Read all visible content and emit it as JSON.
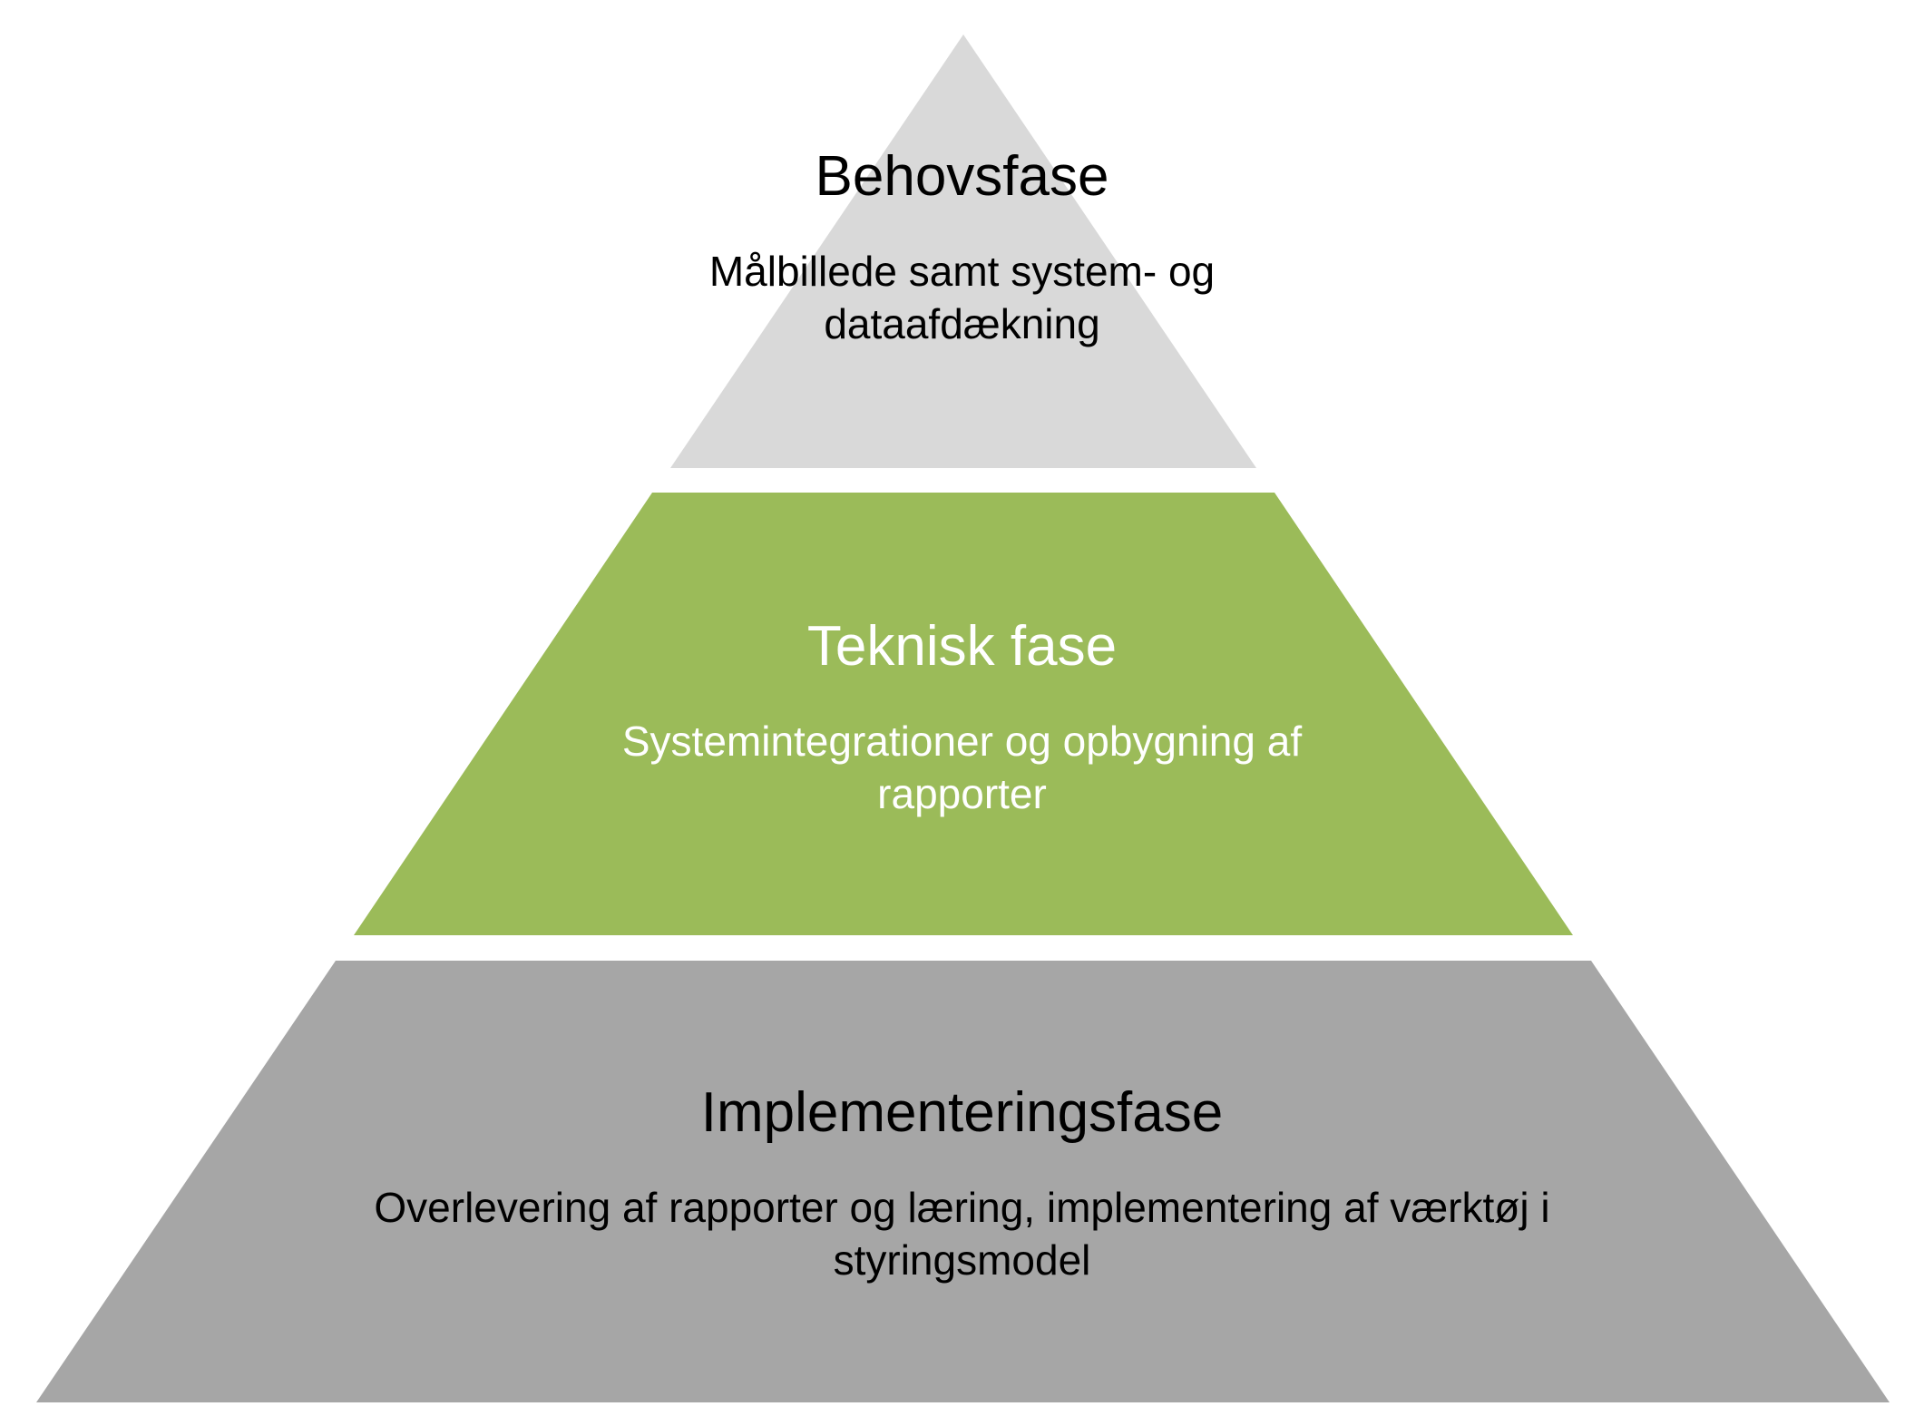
{
  "diagram": {
    "type": "pyramid",
    "tiers": [
      {
        "title": "Behovsfase",
        "description": "Målbillede samt system- og dataafdækning",
        "fill": "#d9d9d9",
        "text_color": "#000000"
      },
      {
        "title": "Teknisk fase",
        "description": "Systemintegrationer og opbygning af rapporter",
        "fill": "#9bbb59",
        "text_color": "#ffffff"
      },
      {
        "title": "Implementeringsfase",
        "description": "Overlevering af rapporter og læring, implementering af værktøj i styringsmodel",
        "fill": "#a6a6a6",
        "text_color": "#000000"
      }
    ]
  }
}
